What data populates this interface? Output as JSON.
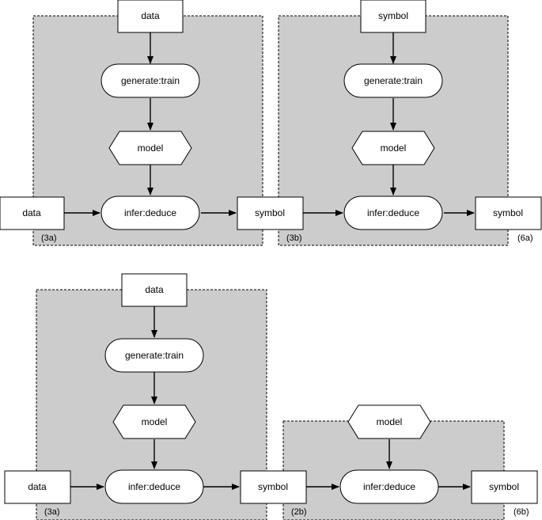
{
  "diagram_top": {
    "data_in_top": "data",
    "generate_left": "generate:train",
    "model_left": "model",
    "data_in_left": "data",
    "infer_left": "infer:deduce",
    "symbol_mid": "symbol",
    "tag_left": "(3a)",
    "symbol_in_top": "symbol",
    "generate_right": "generate:train",
    "model_right": "model",
    "infer_right": "infer:deduce",
    "symbol_out": "symbol",
    "tag_mid": "(3b)",
    "tag_right": "(6a)"
  },
  "diagram_bottom": {
    "data_in_top": "data",
    "generate_left": "generate:train",
    "model_left": "model",
    "data_in_left": "data",
    "infer_left": "infer:deduce",
    "symbol_mid": "symbol",
    "tag_left": "(3a)",
    "model_right": "model",
    "infer_right": "infer:deduce",
    "symbol_out": "symbol",
    "tag_mid": "(2b)",
    "tag_right": "(6b)"
  }
}
